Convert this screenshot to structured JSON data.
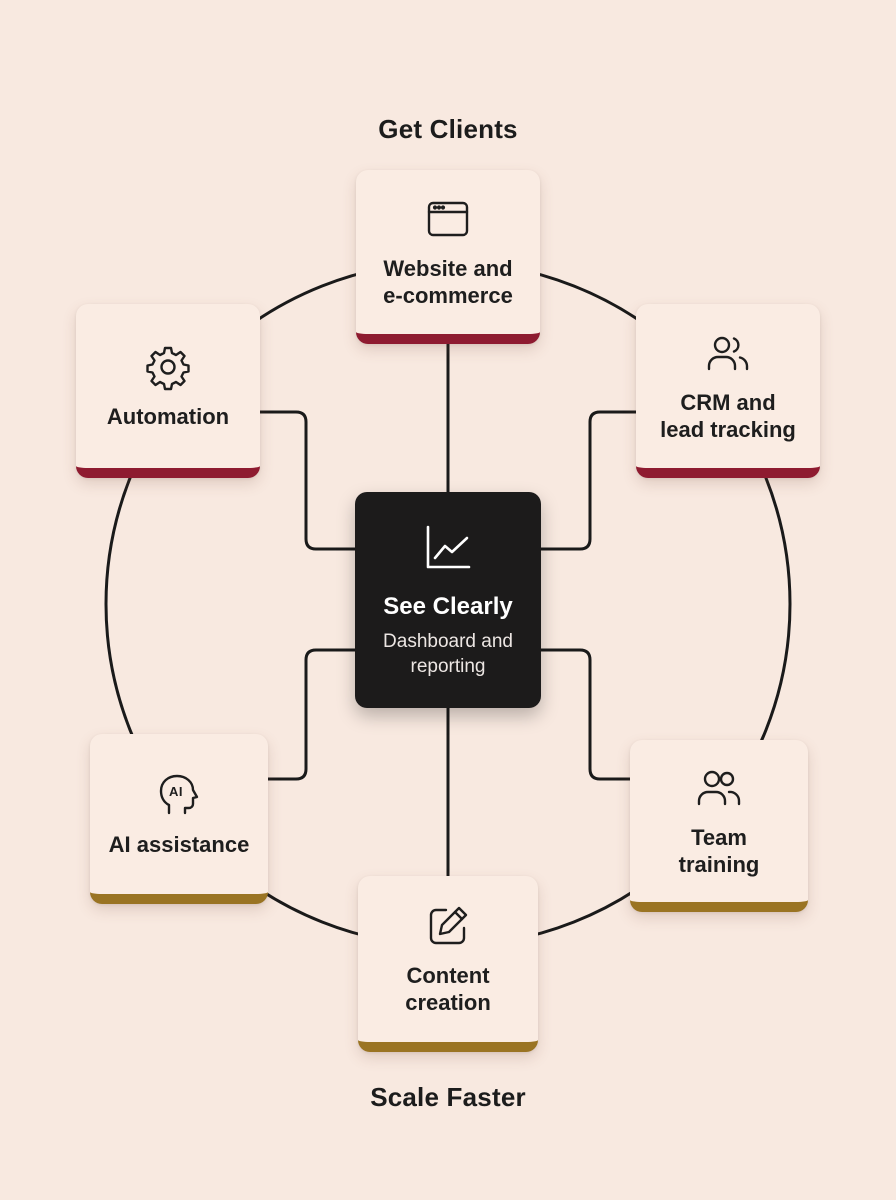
{
  "diagram": {
    "top_label": "Get Clients",
    "bottom_label": "Scale Faster",
    "center": {
      "icon": "line-chart-icon",
      "title": "See Clearly",
      "subtitle": "Dashboard and\nreporting"
    },
    "nodes": [
      {
        "id": "website",
        "label": "Website and\ne-commerce",
        "icon": "browser-window-icon",
        "accent": "#8e1b30"
      },
      {
        "id": "crm",
        "label": "CRM and\nlead tracking",
        "icon": "users-icon",
        "accent": "#8e1b30"
      },
      {
        "id": "automation",
        "label": "Automation",
        "icon": "gear-icon",
        "accent": "#8e1b30"
      },
      {
        "id": "team-training",
        "label": "Team\ntraining",
        "icon": "team-icon",
        "accent": "#9a7423"
      },
      {
        "id": "content",
        "label": "Content\ncreation",
        "icon": "edit-icon",
        "accent": "#9a7423"
      },
      {
        "id": "ai",
        "label": "AI assistance",
        "icon": "ai-head-icon",
        "accent": "#9a7423"
      }
    ]
  },
  "colors": {
    "background": "#f8e9e0",
    "card": "#faece3",
    "center_card": "#1c1b1b",
    "line": "#1a1a1a",
    "top_accent": "#8e1b30",
    "bottom_accent": "#9a7423"
  }
}
